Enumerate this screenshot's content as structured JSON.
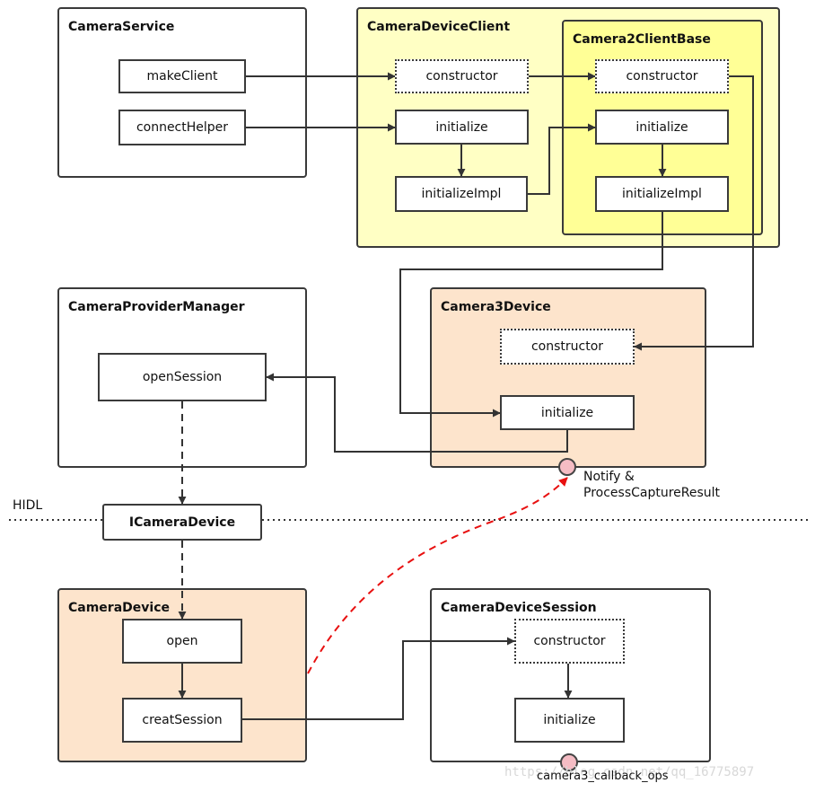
{
  "groups": {
    "camera_service": "CameraService",
    "camera_device_client": "CameraDeviceClient",
    "camera2_client_base": "Camera2ClientBase",
    "camera_provider_manager": "CameraProviderManager",
    "camera3_device": "Camera3Device",
    "camera_device": "CameraDevice",
    "camera_device_session": "CameraDeviceSession"
  },
  "nodes": {
    "make_client": "makeClient",
    "connect_helper": "connectHelper",
    "cdc_constructor": "constructor",
    "cdc_initialize": "initialize",
    "cdc_initialize_impl": "initializeImpl",
    "c2cb_constructor": "constructor",
    "c2cb_initialize": "initialize",
    "c2cb_initialize_impl": "initializeImpl",
    "open_session": "openSession",
    "c3d_constructor": "constructor",
    "c3d_initialize": "initialize",
    "icamera_device": "ICameraDevice",
    "open": "open",
    "creat_session": "creatSession",
    "cds_constructor": "constructor",
    "cds_initialize": "initialize"
  },
  "labels": {
    "hidl": "HIDL",
    "notify_line1": "Notify &",
    "notify_line2": "ProcessCaptureResult",
    "callback_ops": "camera3_callback_ops",
    "watermark": "https://blog.csdn.net/qq_16775897"
  },
  "colors": {
    "line": "#333333",
    "dashed_callback": "#e81010",
    "yellow_group": "#ffffc4",
    "yellow_inner_group": "#ffff96",
    "peach_group": "#fde4cc",
    "port_fill": "#f5bcc4"
  }
}
